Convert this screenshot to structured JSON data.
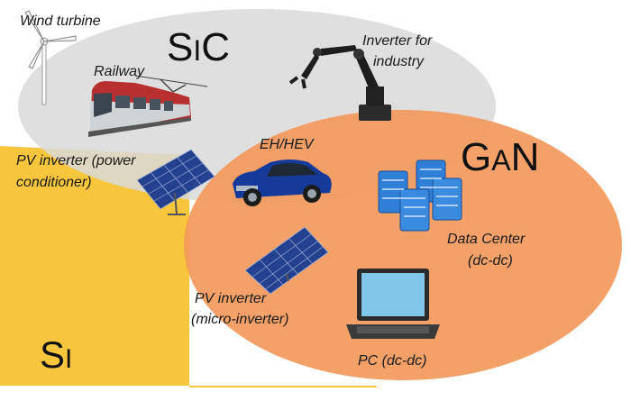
{
  "regions": {
    "si": {
      "label": "Si",
      "color": "#f7c63c"
    },
    "sic": {
      "label": "SiC",
      "color": "#d9d9d9"
    },
    "gan": {
      "label": "GaN",
      "color": "#f2995b"
    }
  },
  "applications": {
    "wind_turbine": "Wind turbine",
    "railway": "Railway",
    "inverter_industry_1": "Inverter for",
    "inverter_industry_2": "industry",
    "pv_power_1": "PV inverter (power",
    "pv_power_2": "conditioner)",
    "eh_hev": "EH/HEV",
    "data_center_1": "Data Center",
    "data_center_2": "(dc-dc)",
    "pv_micro_1": "PV inverter",
    "pv_micro_2": "(micro-inverter)",
    "pc": "PC (dc-dc)"
  },
  "icons": [
    "wind-turbine-icon",
    "train-icon",
    "robot-arm-icon",
    "solar-panel-icon",
    "car-icon",
    "server-icon",
    "laptop-icon"
  ]
}
